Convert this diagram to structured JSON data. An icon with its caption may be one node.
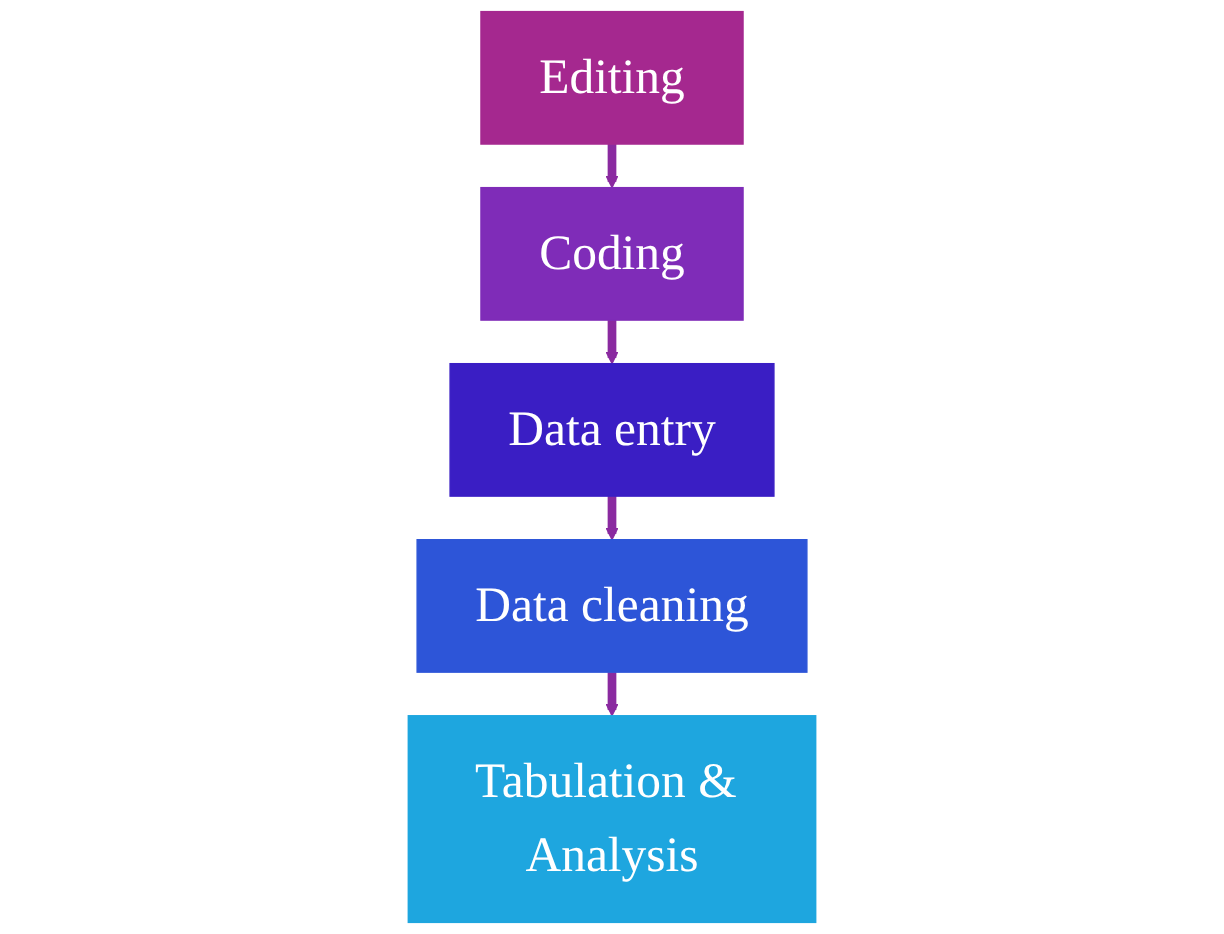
{
  "diagram": {
    "nodes": [
      {
        "text": [
          "Editing"
        ]
      },
      {
        "text": [
          "Coding"
        ]
      },
      {
        "text": [
          "Data entry"
        ]
      },
      {
        "text": [
          "Data cleaning"
        ]
      },
      {
        "text": [
          "Tabulation & Analysis"
        ]
      }
    ],
    "edges": [
      {
        "from": 0,
        "to": 1,
        "arrow": "to"
      },
      {
        "from": 1,
        "to": 2,
        "arrow": "to"
      },
      {
        "from": 2,
        "to": 3,
        "arrow": "to"
      },
      {
        "from": 3,
        "to": 4,
        "arrow": "to"
      }
    ]
  }
}
